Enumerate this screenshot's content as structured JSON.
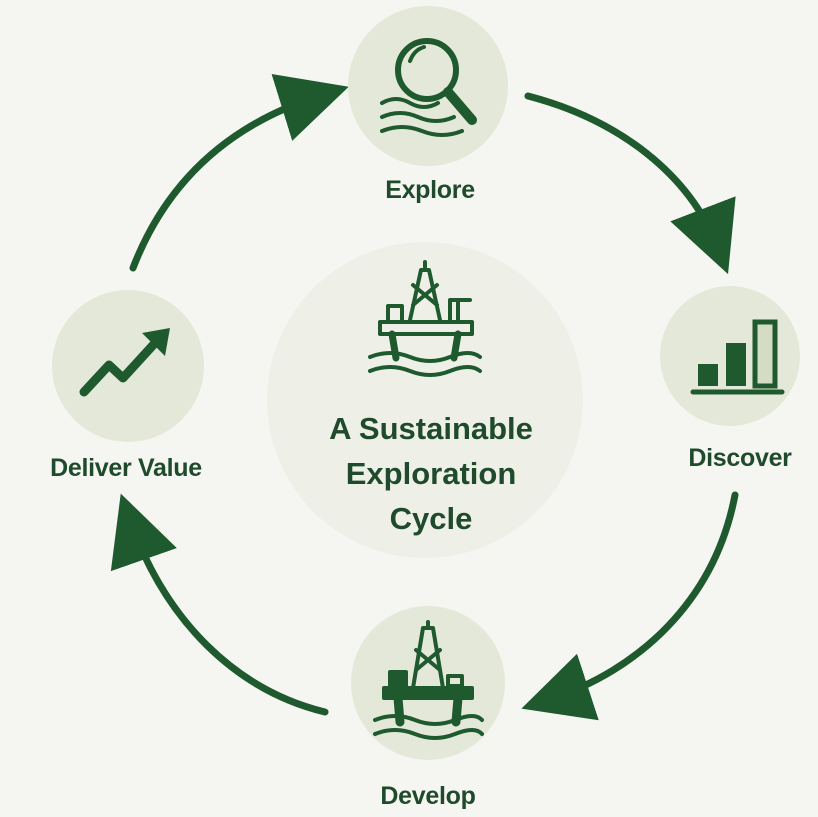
{
  "diagram": {
    "title_lines": [
      "A Sustainable",
      "Exploration",
      "Cycle"
    ],
    "stages": [
      {
        "id": "explore",
        "label": "Explore",
        "icon": "magnifier-waves-icon"
      },
      {
        "id": "discover",
        "label": "Discover",
        "icon": "bar-chart-icon"
      },
      {
        "id": "develop",
        "label": "Develop",
        "icon": "oil-rig-icon"
      },
      {
        "id": "deliver",
        "label": "Deliver Value",
        "icon": "trend-up-arrow-icon"
      }
    ],
    "center_icon": "offshore-platform-icon",
    "colors": {
      "background": "#f5f6f1",
      "circle": "#e4e8d8",
      "center_circle": "#eef0e8",
      "accent": "#1f5a2f",
      "text": "#1f4a2b"
    }
  }
}
